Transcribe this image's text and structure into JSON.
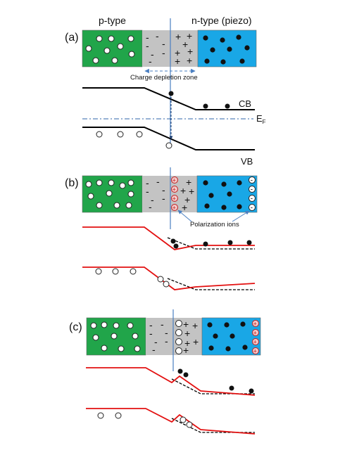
{
  "headings": {
    "p_type": "p-type",
    "n_type": "n-type (piezo)"
  },
  "panels": [
    {
      "label": "(a)"
    },
    {
      "label": "(b)"
    },
    {
      "label": "(c)"
    }
  ],
  "annotations": {
    "depletion_zone": "Charge depletion zone",
    "polarization_ions": "Polarization ions"
  },
  "band_labels": {
    "cb": "CB",
    "vb": "VB",
    "fermi": "E",
    "fermi_sub": "F"
  },
  "colors": {
    "p_region": "#21a54a",
    "depletion": "#c3c3c3",
    "n_region": "#19a7e6",
    "band_a": "#000000",
    "band_modified": "#e31010",
    "band_reference": "#000000",
    "fermi_line": "#2e64a8",
    "interface_line": "#4a7fc1",
    "ion_fill": "#f3c8c8",
    "ion_stroke": "#c02020"
  },
  "signs": {
    "negative": "-",
    "positive": "+"
  }
}
